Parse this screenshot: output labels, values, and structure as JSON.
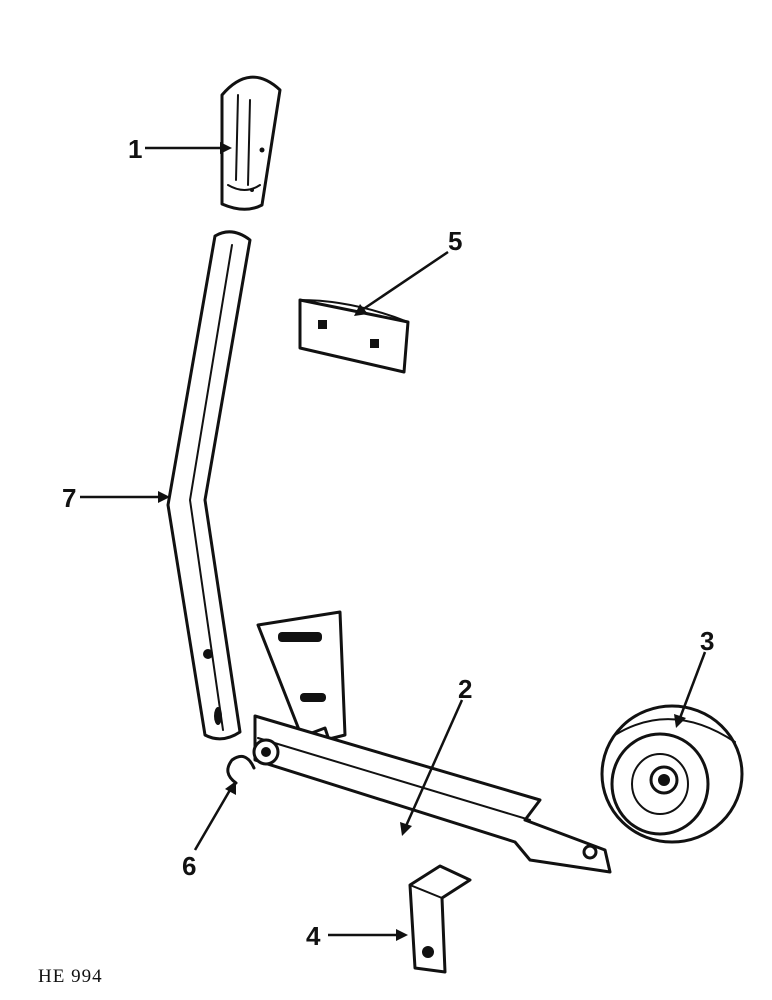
{
  "figure": {
    "code": "HE 994",
    "callouts": {
      "1": "1",
      "2": "2",
      "3": "3",
      "4": "4",
      "5": "5",
      "6": "6",
      "7": "7"
    }
  }
}
